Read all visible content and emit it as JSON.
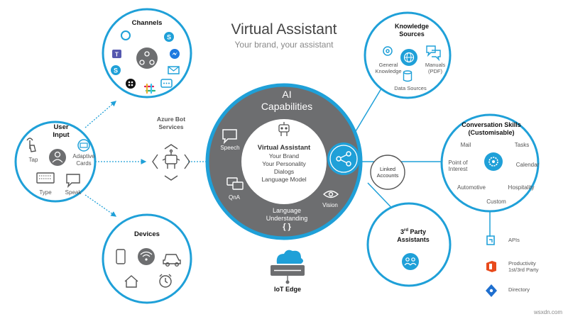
{
  "header": {
    "title": "Virtual Assistant",
    "subtitle": "Your brand, your assistant"
  },
  "colors": {
    "accent": "#1fa0d8",
    "core": "#6d6e70",
    "inner": "#ffffff",
    "text": "#333333"
  },
  "channels": {
    "title": "Channels"
  },
  "user_input": {
    "title_line1": "User",
    "title_line2": "Input",
    "tap": "Tap",
    "adaptive_line1": "Adaptive",
    "adaptive_line2": "Cards",
    "type": "Type",
    "speak": "Speak"
  },
  "azure": {
    "line1": "Azure Bot",
    "line2": "Services"
  },
  "devices": {
    "title": "Devices"
  },
  "ai": {
    "title_line1": "AI",
    "title_line2": "Capabilities",
    "speech": "Speech",
    "qna": "QnA",
    "vision": "Vision",
    "lu_line1": "Language",
    "lu_line2": "Understanding",
    "lu_braces": "{ }",
    "inner_title": "Virtual Assistant",
    "inner_lines": [
      "Your Brand",
      "Your Personality",
      "Dialogs",
      "Language Model"
    ]
  },
  "iot": {
    "title": "IoT Edge"
  },
  "knowledge": {
    "title_line1": "Knowledge",
    "title_line2": "Sources",
    "general_line1": "General",
    "general_line2": "Knowledge",
    "manuals_line1": "Manuals",
    "manuals_line2": "(PDF)",
    "data_sources": "Data Sources"
  },
  "linked": {
    "line1": "Linked",
    "line2": "Accounts"
  },
  "skills": {
    "title_line1": "Conversation Skills",
    "title_line2": "(Customisable)",
    "mail": "Mail",
    "tasks": "Tasks",
    "poi_line1": "Point of",
    "poi_line2": "Interest",
    "calendar": "Calendar",
    "automotive": "Automotive",
    "hospitality": "Hospitality",
    "custom": "Custom"
  },
  "third_party": {
    "sup": "rd",
    "title_line1": "3",
    "title_rest": " Party",
    "title_line2": "Assistants"
  },
  "integrations": {
    "apis": "APIs",
    "productivity_line1": "Productivity",
    "productivity_line2": "1st/3rd Party",
    "directory": "Directory"
  },
  "watermark": "wsxdn.com"
}
